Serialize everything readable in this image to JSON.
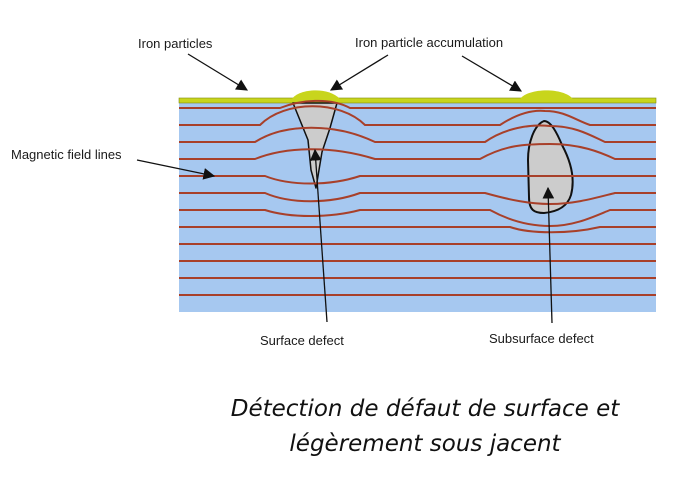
{
  "labels": {
    "iron_particles": "Iron particles",
    "iron_particle_accumulation": "Iron particle accumulation",
    "magnetic_field_lines": "Magnetic field lines",
    "surface_defect": "Surface defect",
    "subsurface_defect": "Subsurface defect"
  },
  "caption": {
    "line1": "Détection de défaut de surface et",
    "line2": "légèrement sous jacent"
  },
  "colors": {
    "material": "#a6c8f0",
    "field_lines": "#a8402a",
    "iron_particles": "#c8d51c",
    "defect": "#cccccc",
    "outline": "#111111"
  }
}
